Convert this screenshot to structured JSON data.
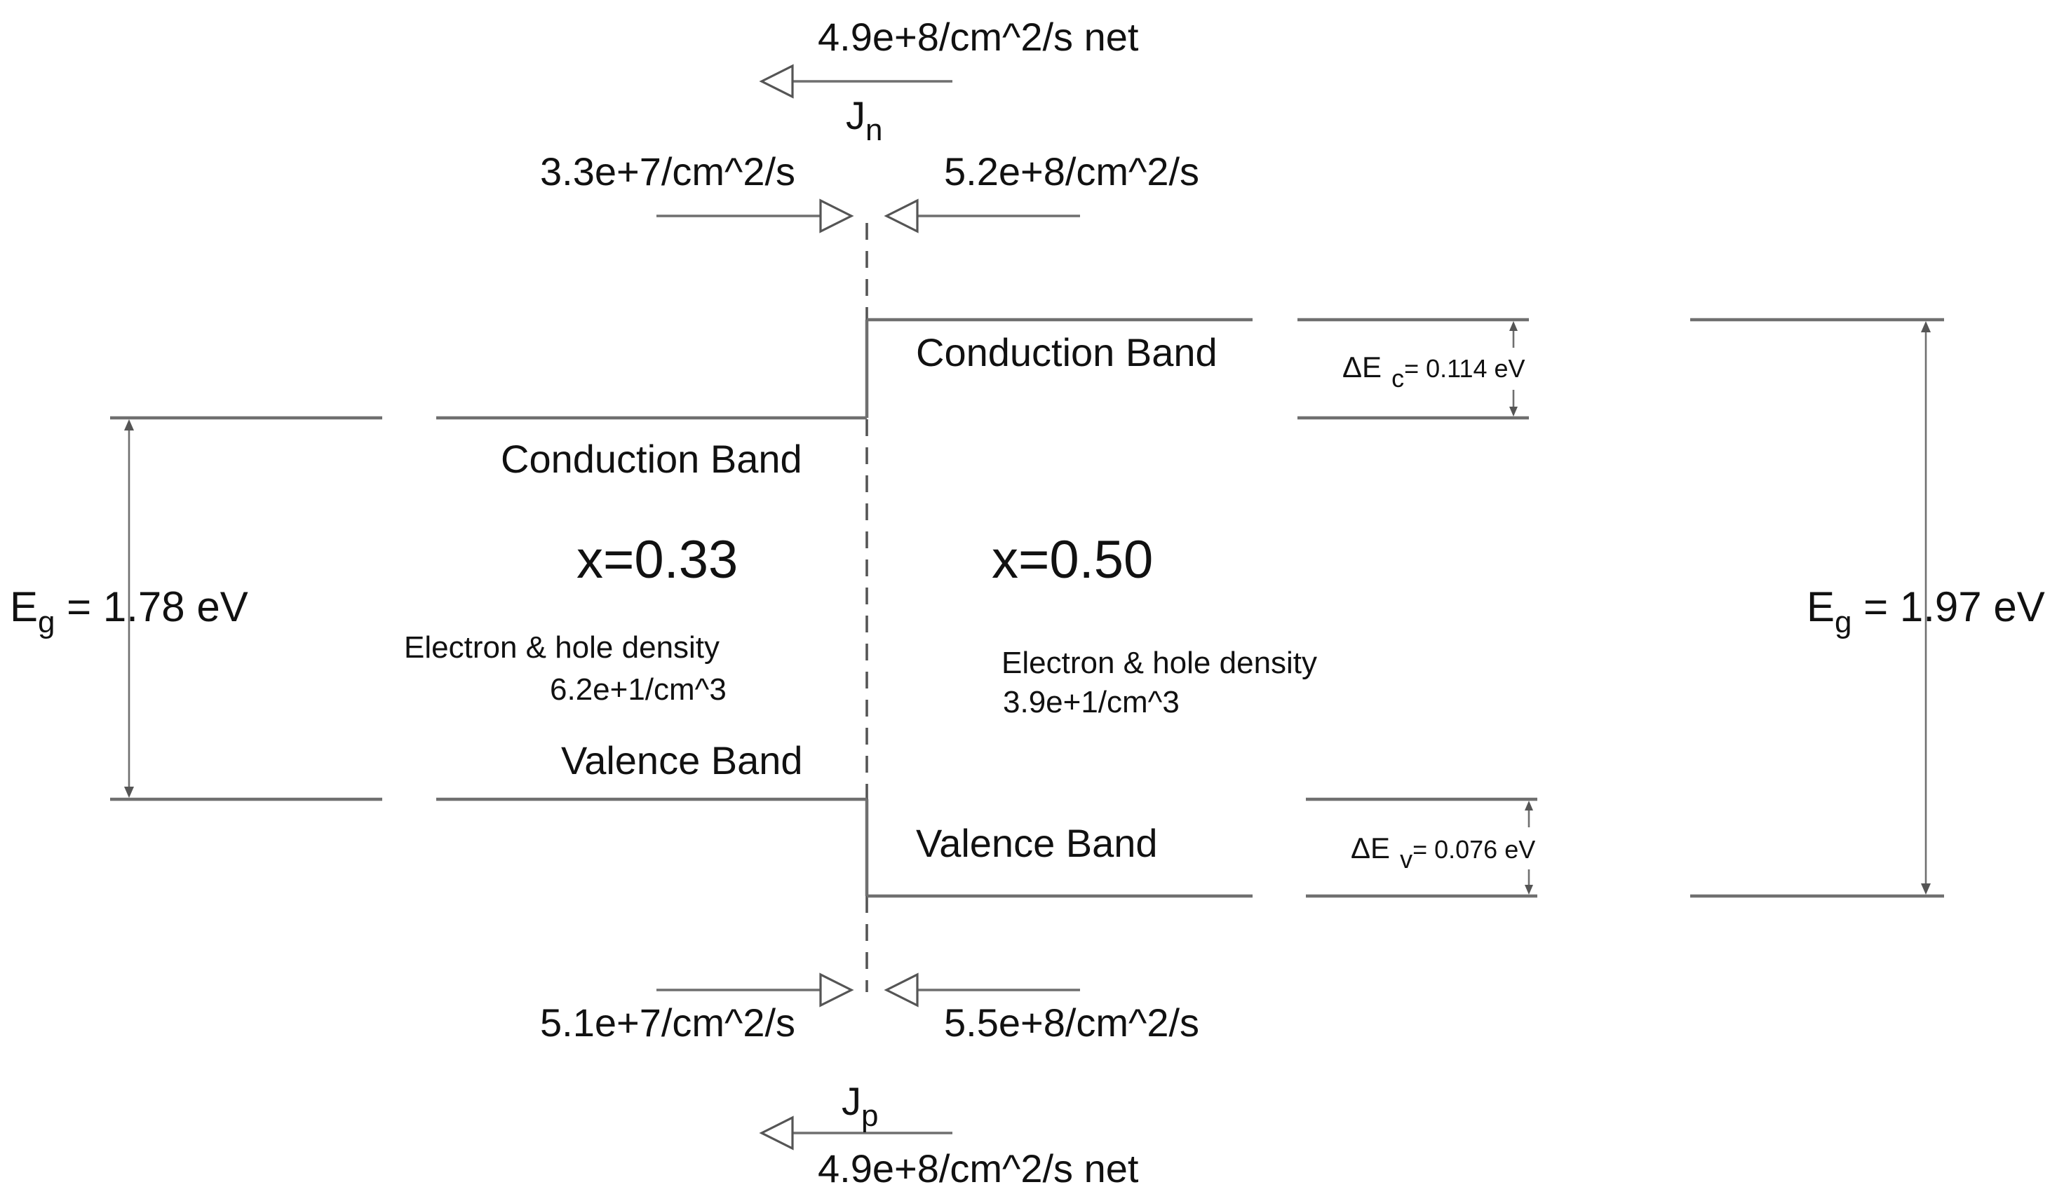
{
  "flux": {
    "jn_net": "4.9e+8/cm^2/s  net",
    "jn_symbol": "J",
    "jn_sub": "n",
    "jn_left": "3.3e+7/cm^2/s",
    "jn_right": "5.2e+8/cm^2/s",
    "jp_net": "4.9e+8/cm^2/s  net",
    "jp_symbol": "J",
    "jp_sub": "p",
    "jp_left": "5.1e+7/cm^2/s",
    "jp_right": "5.5e+8/cm^2/s"
  },
  "left_region": {
    "conduction_label": "Conduction Band",
    "valence_label": "Valence Band",
    "composition": "x=0.33",
    "density_label": "Electron & hole density",
    "density_value": "6.2e+1/cm^3",
    "eg_symbol": "E",
    "eg_sub": "g",
    "eg_value": " = 1.78 eV"
  },
  "right_region": {
    "conduction_label": "Conduction Band",
    "valence_label": "Valence Band",
    "composition": "x=0.50",
    "density_label": "Electron & hole density",
    "density_value": "3.9e+1/cm^3",
    "eg_symbol": "E",
    "eg_sub": "g",
    "eg_value": " = 1.97 eV"
  },
  "offsets": {
    "dec_symbol": "ΔE",
    "dec_sub": "c",
    "dec_value": "= 0.114 eV",
    "dev_symbol": "ΔE",
    "dev_sub": "v",
    "dev_value": "= 0.076 eV"
  }
}
